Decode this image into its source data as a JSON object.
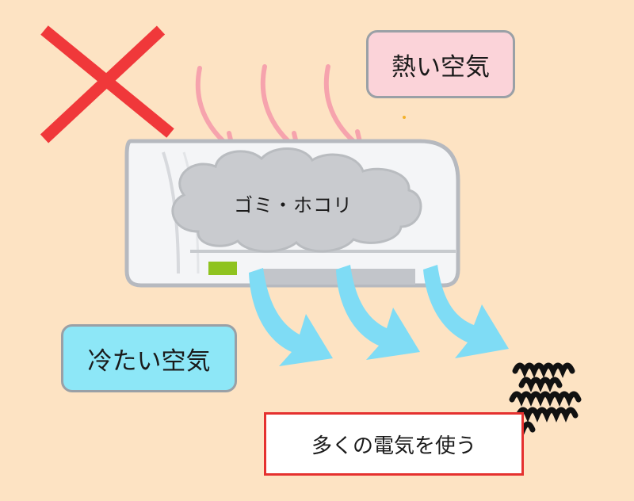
{
  "labels": {
    "hot_air": "熱い空気",
    "dust": "ゴミ・ホコリ",
    "cold_air": "冷たい空気",
    "power_use": "多くの電気を使う"
  },
  "colors": {
    "background": "#fde3c3",
    "cross": "#f0383a",
    "hot_arrow": "#f6a3ad",
    "cold_arrow": "#7fdcf5",
    "unit_body": "#f4f5f7",
    "unit_outline": "#b6b9bf",
    "dust_cloud": "#c9cbcf",
    "indicator": "#8fc31f"
  },
  "icons": [
    "cross-mark-icon",
    "air-conditioner-icon",
    "dust-cloud-icon",
    "electric-wave-icon"
  ]
}
